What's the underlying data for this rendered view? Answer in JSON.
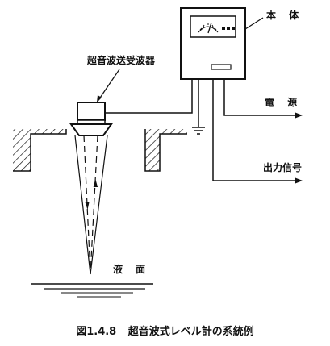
{
  "labels": {
    "main_unit": "本 体",
    "transducer": "超音波送受波器",
    "power": "電 源",
    "output_signal": "出力信号",
    "liquid_surface": "液 面"
  },
  "caption": {
    "number": "図1.4.8",
    "title": "超音波式レベル計の系統例"
  },
  "colors": {
    "line": "#111111",
    "background": "#ffffff"
  }
}
